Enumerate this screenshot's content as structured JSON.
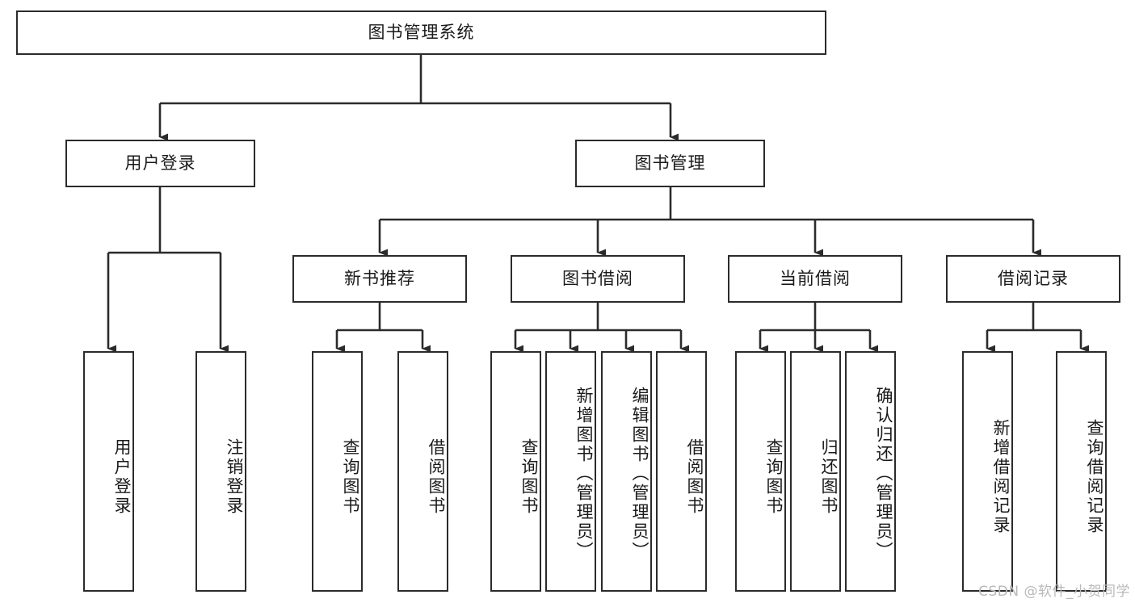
{
  "diagram": {
    "type": "tree",
    "title": "图书管理系统",
    "root": {
      "label": "图书管理系统"
    },
    "level2": [
      {
        "label": "用户登录"
      },
      {
        "label": "图书管理"
      }
    ],
    "level3": [
      {
        "label": "新书推荐"
      },
      {
        "label": "图书借阅"
      },
      {
        "label": "当前借阅"
      },
      {
        "label": "借阅记录"
      }
    ],
    "leaves_user_login": [
      {
        "label": "用户登录"
      },
      {
        "label": "注销登录"
      }
    ],
    "leaves_new_book": [
      {
        "label": "查询图书"
      },
      {
        "label": "借阅图书"
      }
    ],
    "leaves_borrow": [
      {
        "label": "查询图书"
      },
      {
        "label": "新增图书（管理员）"
      },
      {
        "label": "编辑图书（管理员）"
      },
      {
        "label": "借阅图书"
      }
    ],
    "leaves_current": [
      {
        "label": "查询图书"
      },
      {
        "label": "归还图书"
      },
      {
        "label": "确认归还（管理员）"
      }
    ],
    "leaves_record": [
      {
        "label": "新增借阅记录"
      },
      {
        "label": "查询借阅记录"
      }
    ],
    "colors": {
      "box_border": "#2b2b2b",
      "box_fill": "#ffffff",
      "connector": "#2b2b2b",
      "text": "#1a1a1a",
      "watermark": "#b9b9b9",
      "background": "#ffffff"
    }
  },
  "watermark": {
    "text": "CSDN @软件_小贺同学"
  }
}
